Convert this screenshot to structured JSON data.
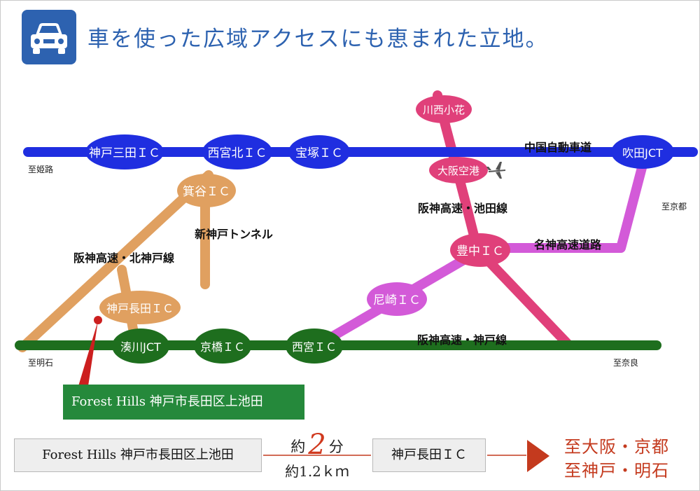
{
  "heading": "車を使った広域アクセスにも恵まれた立地。",
  "icons": {
    "badge": "car-icon",
    "airport": "airplane-icon"
  },
  "colors": {
    "chugoku": "#1f2ee0",
    "hanshin_kobe": "#1e6e1e",
    "kitakobe": "#e0a060",
    "ikeda": "#e0407a",
    "meishin": "#d35ad8",
    "accent": "#2d62b0",
    "arrow": "#c43a1e"
  },
  "map": {
    "nodes": {
      "kobe_sanda": "神戸三田ＩＣ",
      "nishinomiya_kita": "西宮北ＩＣ",
      "takarazuka": "宝塚ＩＣ",
      "suita": "吹田JCT",
      "minoo": "箕谷ＩＣ",
      "kobe_nagata": "神戸長田ＩＣ",
      "minatogawa": "湊川JCT",
      "kyobashi": "京橋ＩＣ",
      "nishinomiya": "西宮ＩＣ",
      "amagasaki": "尼崎ＩＣ",
      "toyonaka": "豊中ＩＣ",
      "kawanishi": "川西小花",
      "osaka_airport": "大阪空港"
    },
    "roads": {
      "chugoku": "中国自動車道",
      "ikeda": "阪神高速・池田線",
      "tunnel": "新神戸トンネル",
      "kitakobe": "阪神高速・北神戸線",
      "meishin": "名神高速道路",
      "kobe": "阪神高速・神戸線"
    },
    "directions": {
      "himeji": "至姫路",
      "kyoto": "至京都",
      "akashi": "至明石",
      "nara": "至奈良"
    }
  },
  "callout": "Forest Hills 神戸市長田区上池田",
  "route": {
    "start": "Forest Hills 神戸市長田区上池田",
    "time_prefix": "約",
    "time_value": "2",
    "time_unit": "分",
    "distance": "約1.2ｋｍ",
    "end": "神戸長田ＩＣ",
    "dest_line1": "至大阪・京都",
    "dest_line2": "至神戸・明石"
  }
}
